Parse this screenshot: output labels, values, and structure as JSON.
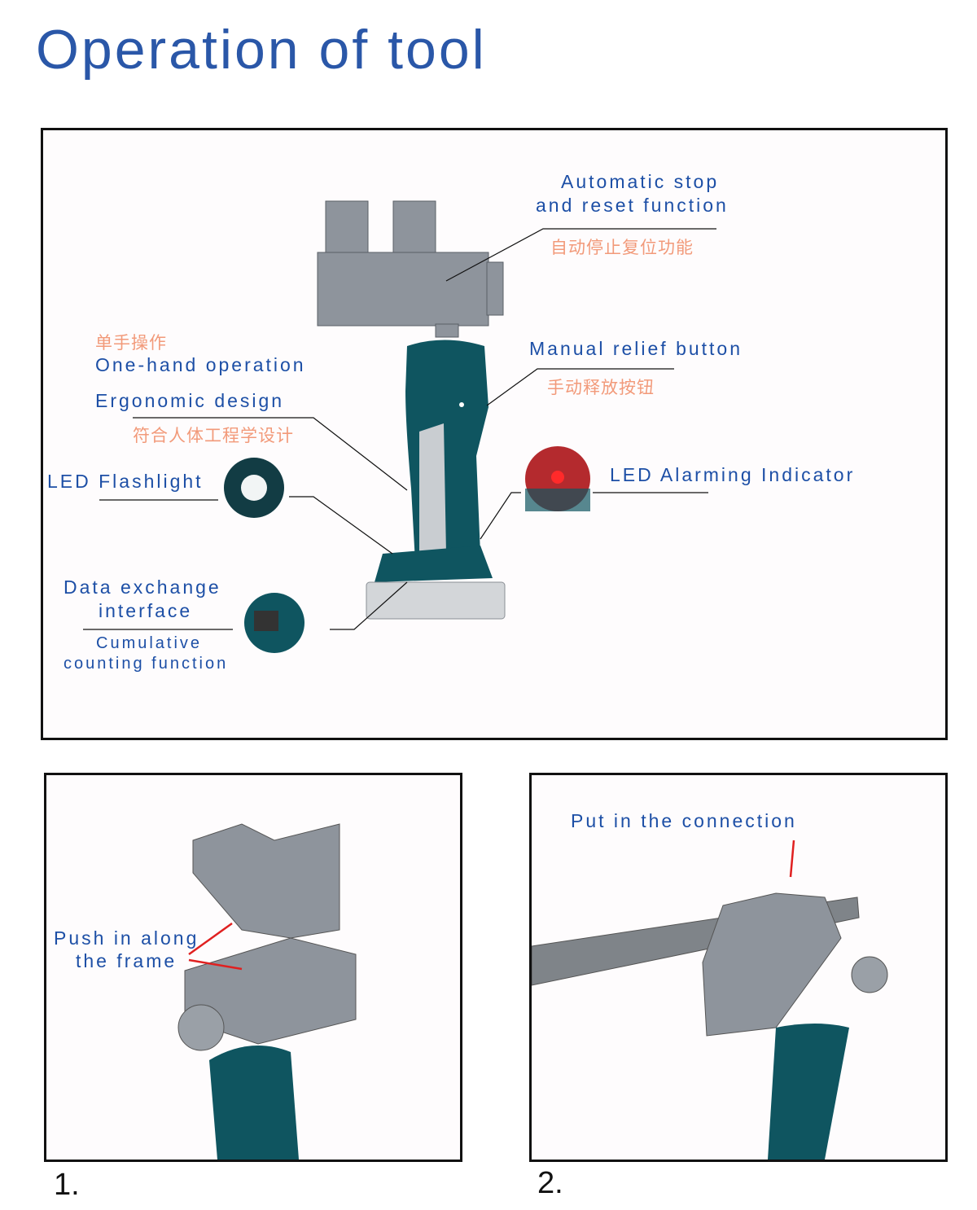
{
  "title": "Operation of tool",
  "main_panel": {
    "labels": {
      "auto_stop_1": "Automatic stop",
      "auto_stop_2": "and reset function",
      "auto_stop_cn": "自动停止复位功能",
      "manual_relief": "Manual relief button",
      "manual_relief_cn": "手动释放按钮",
      "one_hand": "One-hand operation",
      "one_hand_cn": "单手操作",
      "ergonomic": "Ergonomic design",
      "ergonomic_cn": "符合人体工程学设计",
      "led_flashlight": "LED Flashlight",
      "led_alarm": "LED Alarming Indicator",
      "data_exchange_1": "Data exchange",
      "data_exchange_2": "interface",
      "cumulative_1": "Cumulative",
      "cumulative_2": "counting function"
    }
  },
  "step1": {
    "number": "1.",
    "label_1": "Push in along",
    "label_2": "the frame"
  },
  "step2": {
    "number": "2.",
    "label": "Put in the connection"
  },
  "colors": {
    "title": "#2a57a8",
    "label": "#1d4fa6",
    "teal": "#0f5560",
    "gray": "#8a9098",
    "arrow": "#e02020"
  }
}
